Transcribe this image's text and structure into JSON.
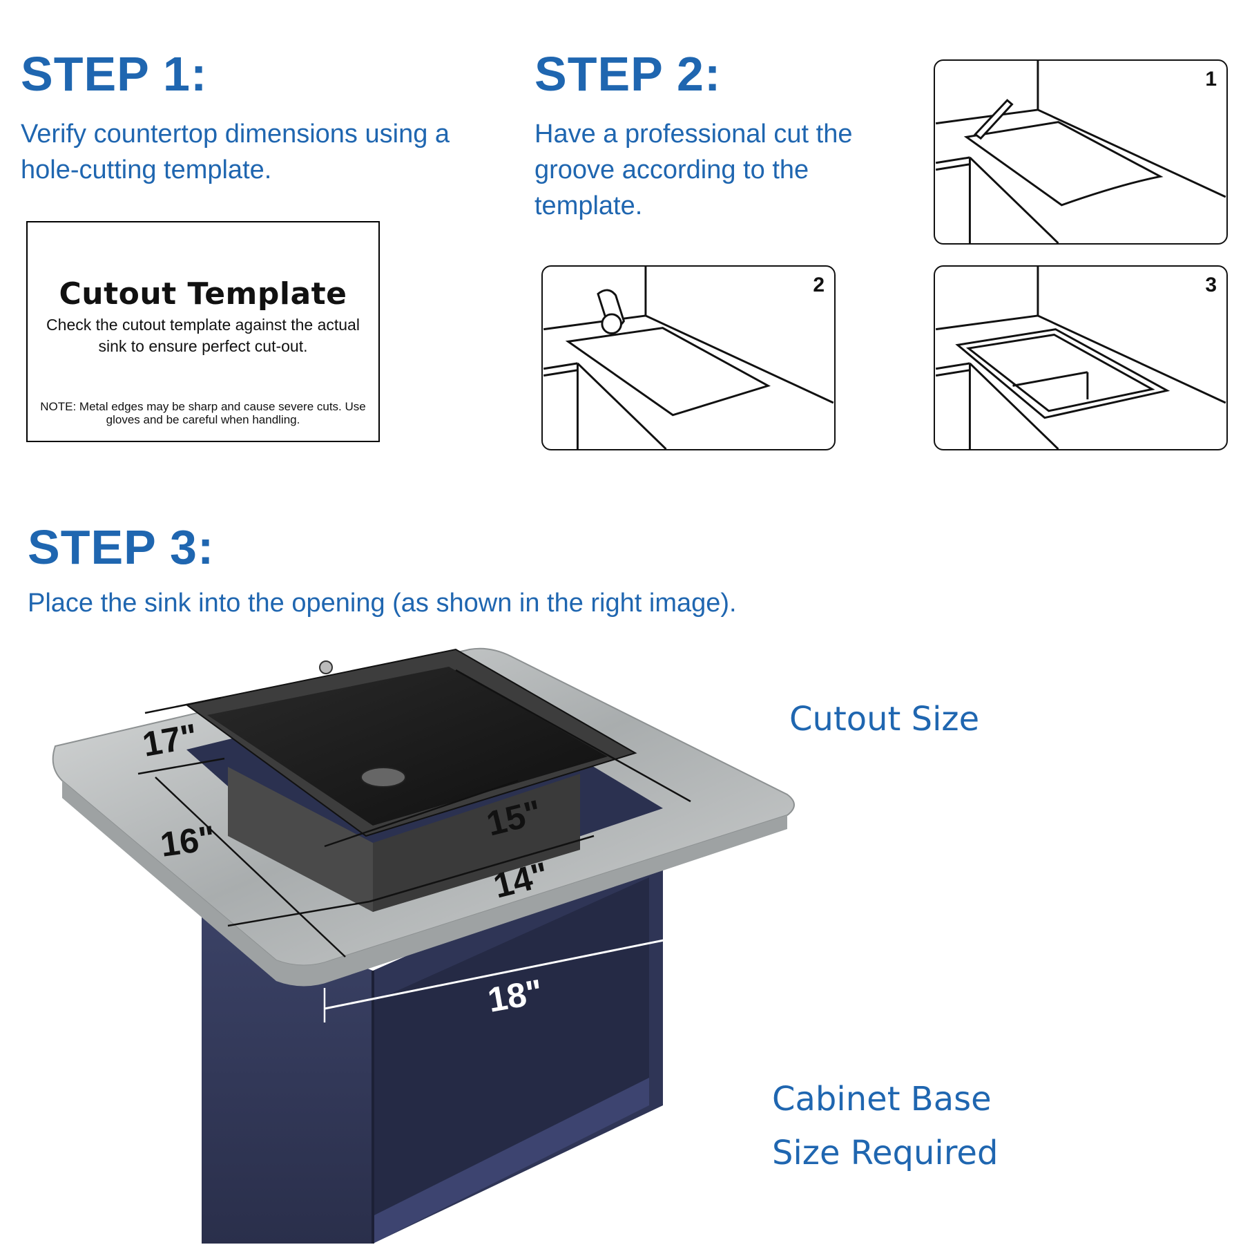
{
  "step1": {
    "title": "STEP 1:",
    "text_line1": "Verify countertop dimensions using a",
    "text_line2": "hole-cutting template."
  },
  "template_card": {
    "title": "Cutout Template",
    "body_line1": "Check the cutout template against the actual",
    "body_line2": "sink to ensure perfect cut-out.",
    "note_line1": "NOTE: Metal edges may be sharp and cause severe cuts. Use",
    "note_line2": "gloves and be careful when handling."
  },
  "step2": {
    "title": "STEP 2:",
    "text_line1": "Have a professional cut the",
    "text_line2": "groove according to the",
    "text_line3": "template.",
    "panels": [
      {
        "number": "1",
        "icon": "pencil-marking-icon"
      },
      {
        "number": "2",
        "icon": "jigsaw-cutting-icon"
      },
      {
        "number": "3",
        "icon": "cut-opening-icon"
      }
    ]
  },
  "step3": {
    "title": "STEP 3:",
    "text": "Place the sink into the opening (as shown in the right image)."
  },
  "dimensions": {
    "d17": "17\"",
    "d16": "16\"",
    "d15": "15\"",
    "d14": "14\"",
    "d18": "18\""
  },
  "labels": {
    "cutout_size": "Cutout Size",
    "cabinet_line1": "Cabinet Base",
    "cabinet_line2": "Size Required"
  },
  "colors": {
    "accent_blue": "#1f66b0",
    "cabinet_navy": "#343a5c",
    "sink_black": "#1c1c1c",
    "countertop_grey": "#b9bcbd"
  }
}
